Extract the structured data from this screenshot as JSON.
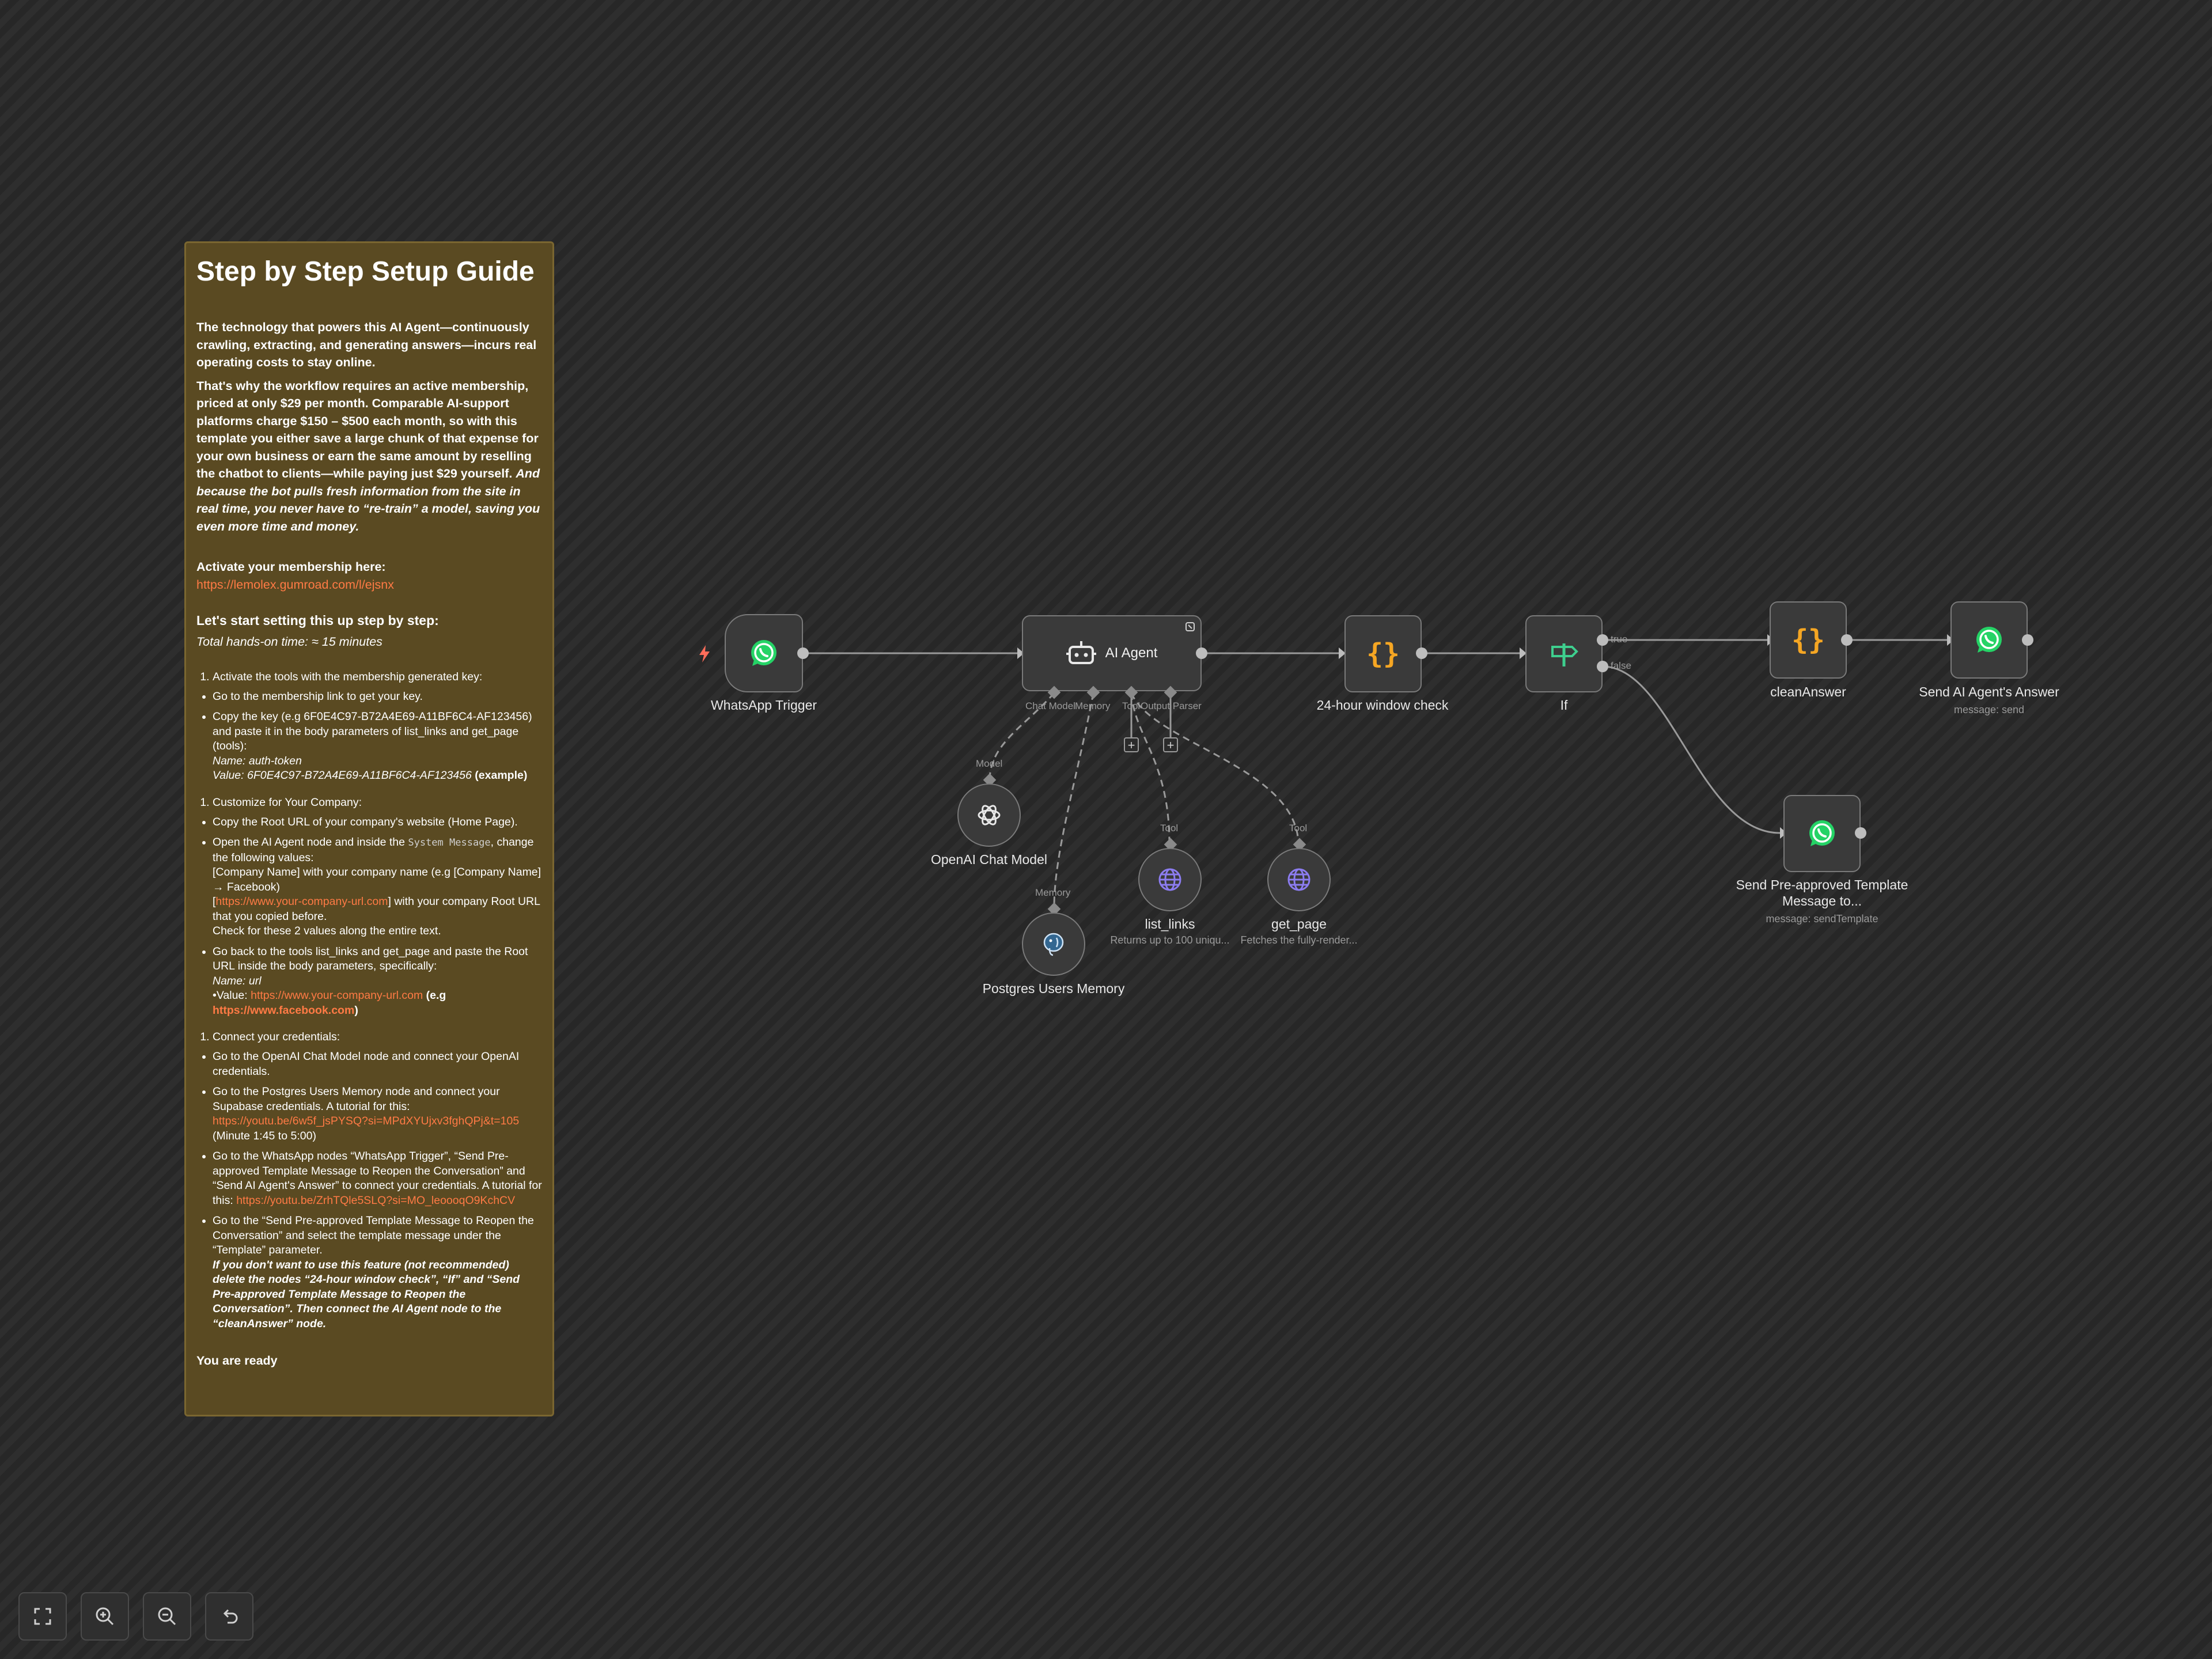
{
  "sticky": {
    "title": "Step by Step Setup Guide",
    "p1": "The technology that powers this AI Agent—continuously crawling, extracting, and generating answers—incurs real operating costs to stay online.",
    "p2a": "That's why the workflow requires an active membership, priced at only $29 per month. Comparable AI-support platforms charge $150 – $500 each month, so with this template you either save a large chunk of that expense for your own business or earn the same amount by reselling the chatbot to clients—while paying just $29 yourself.",
    "p2b": "And because the bot pulls fresh information from the site in real time, you never have to “re-train” a model, saving you even more time and money.",
    "activate_label": "Activate your membership here:",
    "activate_link": "https://lemolex.gumroad.com/l/ejsnx",
    "start_heading": "Let's start setting this up step by step:",
    "total_time": "Total hands-on time: ≈ 15 minutes",
    "step1": "Activate the tools with the membership generated key:",
    "s1_b1": "Go to the membership link to get your key.",
    "s1_b2": "Copy the key (e.g 6F0E4C97-B72A4E69-A11BF6C4-AF123456) and paste it in the body parameters of list_links and get_page (tools):",
    "s1_name": "Name: auth-token",
    "s1_value": "Value: 6F0E4C97-B72A4E69-A11BF6C4-AF123456",
    "s1_example": "(example)",
    "step2": "Customize for Your Company:",
    "s2_b1": "Copy the Root URL of your company's website (Home Page).",
    "s2_b2_pre": "Open the AI Agent node and inside the",
    "s2_b2_code": "System Message",
    "s2_b2_post": ", change the following values:",
    "s2_b2_l2": "[Company Name] with your company name (e.g [Company Name] → Facebook)",
    "s2_b2_url": "https://www.your-company-url.com",
    "s2_b2_l3": "] with your company Root URL that you copied before.",
    "s2_b2_l4": "Check for these 2 values along the entire text.",
    "s2_b3": "Go back to the tools list_links and get_page and paste the Root URL inside the body parameters, specifically:",
    "s2_name": "Name: url",
    "s2_value_pre": "•Value:",
    "s2_value_url": "https://www.your-company-url.com",
    "s2_eg": "(e.g",
    "s2_eg_url": "https://www.facebook.com",
    "s2_eg_close": ")",
    "step3": "Connect your credentials:",
    "s3_b1": "Go to the OpenAI Chat Model node and connect your OpenAI credentials.",
    "s3_b2": "Go to the Postgres Users Memory node and connect your Supabase credentials. A tutorial for this:",
    "s3_b2_url": "https://youtu.be/6w5f_jsPYSQ?si=MPdXYUjxv3fghQPj&t=105",
    "s3_b2_time": "(Minute 1:45 to 5:00)",
    "s3_b3": "Go to the WhatsApp nodes “WhatsApp Trigger”, “Send Pre-approved Template Message to Reopen the Conversation” and “Send AI Agent's Answer” to connect your credentials. A tutorial for this:",
    "s3_b3_url": "https://youtu.be/ZrhTQle5SLQ?si=MO_leoooqO9KchCV",
    "s3_b4": "Go to the “Send Pre-approved Template Message to Reopen the Conversation” and select the template message under the “Template” parameter.",
    "s3_b4_bold": "If you don't want to use this feature (not recommended) delete the nodes “24-hour window check”, “If” and “Send Pre-approved Template Message to Reopen the Conversation”. Then connect the AI Agent node to the “cleanAnswer” node.",
    "ready": "You are ready"
  },
  "nodes": {
    "whatsapp_trigger": "WhatsApp Trigger",
    "ai_agent": "AI Agent",
    "window_check": "24-hour window check",
    "if": "If",
    "clean_answer": "cleanAnswer",
    "send_answer": "Send AI Agent's Answer",
    "send_answer_sub": "message: send",
    "send_template": "Send Pre-approved Template Message to...",
    "send_template_sub": "message: sendTemplate",
    "openai": "OpenAI Chat Model",
    "postgres": "Postgres Users Memory",
    "list_links": "list_links",
    "list_links_sub": "Returns up to 100 uniqu...",
    "get_page": "get_page",
    "get_page_sub": "Fetches the fully-render..."
  },
  "connectors": {
    "chat_model": "Chat Model",
    "memory": "Memory",
    "tool": "Tool",
    "output_parser": "Output Parser",
    "model_label": "Model",
    "memory_label": "Memory",
    "tool_label": "Tool",
    "true": "true",
    "false": "false"
  },
  "colors": {
    "whatsapp": "#25d366",
    "code_orange": "#f5a623",
    "if_green": "#3ecf8e",
    "link_orange": "#ff7a45",
    "sticky_bg": "#5a4a22",
    "tool_purple": "#8c7cf0"
  },
  "icons": [
    "whatsapp-icon",
    "robot-icon",
    "braces-icon",
    "signpost-icon",
    "openai-icon",
    "postgres-icon",
    "globe-icon",
    "lightning-icon",
    "fullscreen-icon",
    "zoom-in-icon",
    "zoom-out-icon",
    "undo-icon"
  ]
}
